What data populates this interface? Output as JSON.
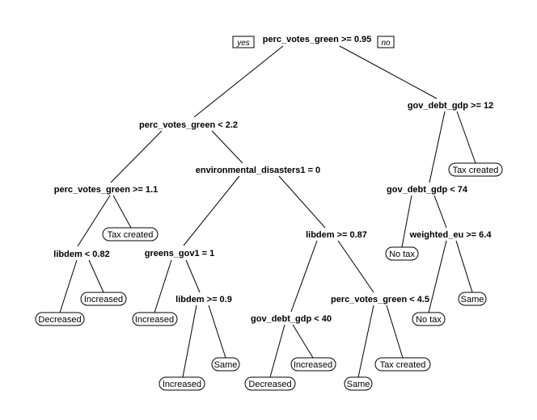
{
  "branch_labels": {
    "yes": "yes",
    "no": "no"
  },
  "splits": {
    "root": "perc_votes_green >= 0.95",
    "l": "perc_votes_green < 2.2",
    "ll": "perc_votes_green >= 1.1",
    "lll": "libdem < 0.82",
    "lr": "environmental_disasters1 = 0",
    "lrl": "greens_gov1 = 1",
    "lrlr": "libdem >= 0.9",
    "lrr": "libdem >= 0.87",
    "lrrl": "gov_debt_gdp < 40",
    "lrrr": "perc_votes_green < 4.5",
    "r": "gov_debt_gdp >= 12",
    "rl": "gov_debt_gdp < 74",
    "rlr": "weighted_eu >= 6.4"
  },
  "leaves": {
    "llll": "Decreased",
    "lllr": "Increased",
    "llr": "Tax created",
    "lrll": "Increased",
    "lrlrl": "Increased",
    "lrlrr": "Same",
    "lrrll": "Decreased",
    "lrrlr": "Increased",
    "lrrrl": "Same",
    "lrrrr": "Tax created",
    "rll": "No tax",
    "rlrl": "No tax",
    "rlrr": "Same",
    "rr": "Tax created"
  }
}
